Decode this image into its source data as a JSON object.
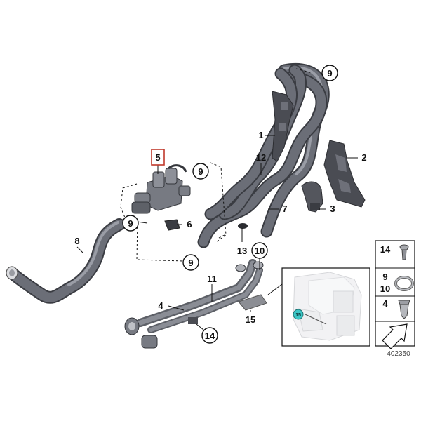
{
  "diagram": {
    "callouts": {
      "c1": "1",
      "c2": "2",
      "c3": "3",
      "c4": "4",
      "c5": "5",
      "c6": "6",
      "c7": "7",
      "c8": "8",
      "c9a": "9",
      "c9b": "9",
      "c9c": "9",
      "c9d": "9",
      "c10": "10",
      "c11": "11",
      "c12": "12",
      "c13": "13",
      "c14": "14",
      "c15": "15",
      "c15inset": "15"
    },
    "legend": {
      "row1": "14",
      "row2a": "9",
      "row2b": "10",
      "row3": "4"
    },
    "reference_number": "402350",
    "highlight_color": "#c0392b",
    "marker_color": "#3cc6c6"
  }
}
